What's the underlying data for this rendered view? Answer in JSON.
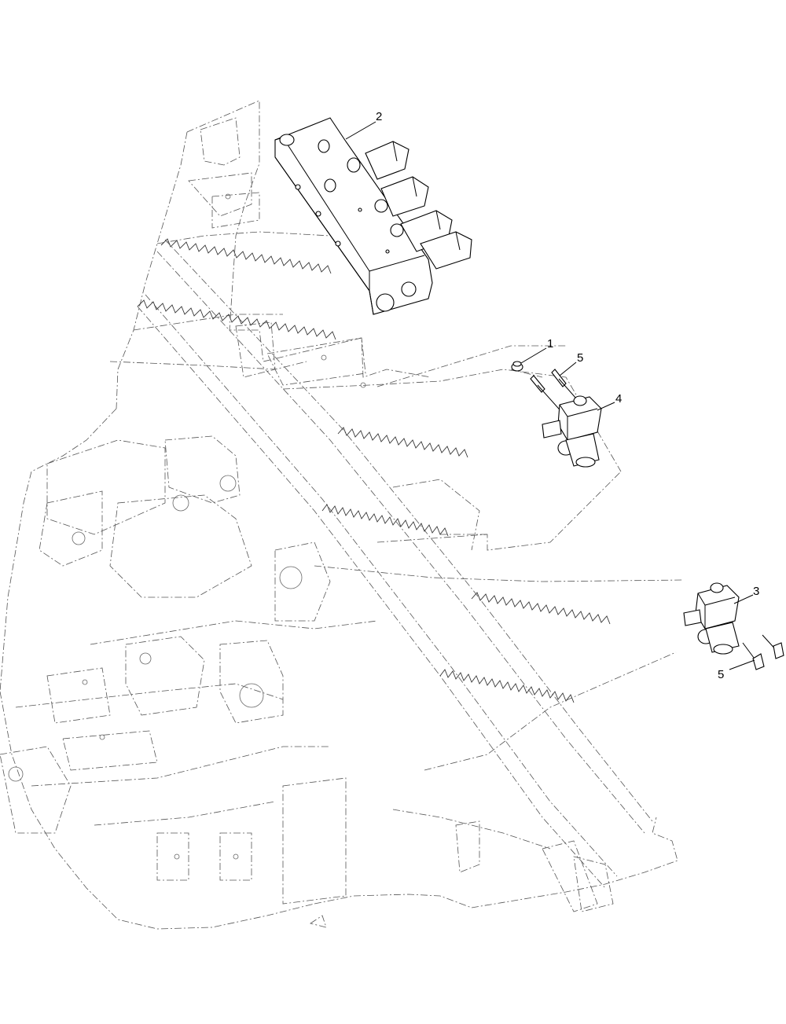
{
  "callouts": [
    {
      "id": "c1",
      "label": "1"
    },
    {
      "id": "c2",
      "label": "2"
    },
    {
      "id": "c3",
      "label": "3"
    },
    {
      "id": "c4",
      "label": "4"
    },
    {
      "id": "c5a",
      "label": "5"
    },
    {
      "id": "c5b",
      "label": "5"
    }
  ],
  "parts": [
    {
      "number": "1",
      "name": "fitting"
    },
    {
      "number": "2",
      "name": "valve-manifold"
    },
    {
      "number": "3",
      "name": "solenoid-valve"
    },
    {
      "number": "4",
      "name": "solenoid-valve"
    },
    {
      "number": "5",
      "name": "bolt"
    }
  ],
  "colors": {
    "line": "#000000",
    "ghost": "#555555",
    "background": "#ffffff"
  }
}
